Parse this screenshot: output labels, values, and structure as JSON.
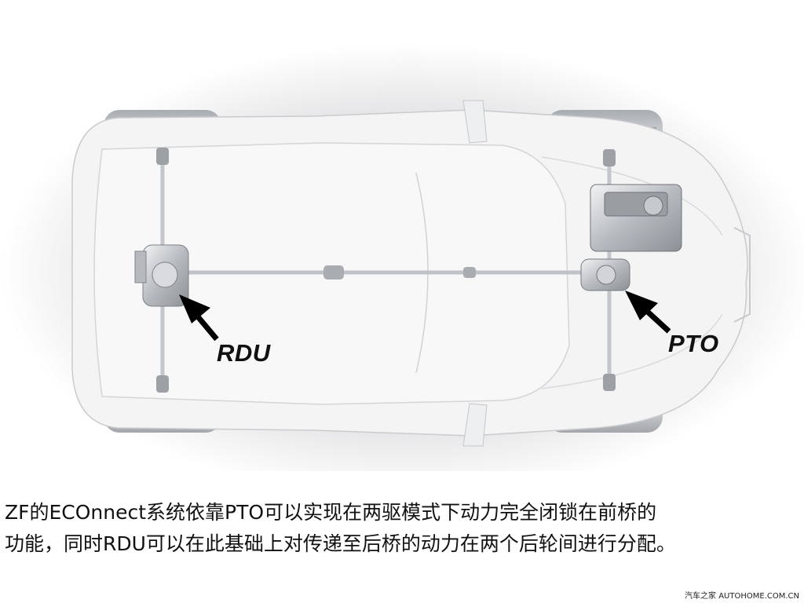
{
  "diagram": {
    "subject": "AWD vehicle drivetrain top view",
    "labels": {
      "rdu": "RDU",
      "pto": "PTO"
    }
  },
  "caption": {
    "line1": "ZF的ECOnnect系统依靠PTO可以实现在两驱模式下动力完全闭锁在前桥的",
    "line2": "功能，同时RDU可以在此基础上对传递至后桥的动力在两个后轮间进行分配。"
  },
  "watermark": "汽车之家 AUTOHOME.COM.CN",
  "colors": {
    "body": "#f3f3f4",
    "tire": "#b9bcc1",
    "shaft": "#c9ccd0",
    "arrow": "#000000",
    "text": "#111111"
  }
}
